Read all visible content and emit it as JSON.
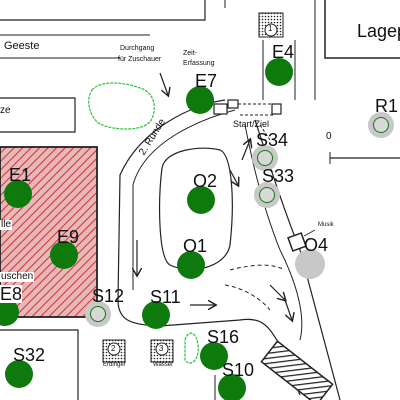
{
  "texts": {
    "geeste": "Geeste",
    "durchgang_line1": "Durchgang",
    "durchgang_line2": "für Zuschauer",
    "zeit_line1": "Zeit-",
    "zeit_line2": "Erfassung",
    "start_ziel": "Start/Ziel",
    "lageplan": "Lagep",
    "runde": "2. Runde",
    "musik": "Musik",
    "zero": "0",
    "ze": "ze",
    "halle": "lle",
    "uschen": "uschen",
    "erdinger": "Erdinger",
    "wasser": "Wasser",
    "zahl_1": "1",
    "zahl_2": "2",
    "zahl_3": "3"
  },
  "markers": [
    {
      "id": "E4",
      "label": "E4",
      "style": "green"
    },
    {
      "id": "E7",
      "label": "E7",
      "style": "green"
    },
    {
      "id": "R1",
      "label": "R1",
      "style": "grey"
    },
    {
      "id": "S34",
      "label": "S34",
      "style": "grey"
    },
    {
      "id": "S33",
      "label": "S33",
      "style": "grey"
    },
    {
      "id": "E1",
      "label": "E1",
      "style": "green"
    },
    {
      "id": "O2",
      "label": "O2",
      "style": "green"
    },
    {
      "id": "E9",
      "label": "E9",
      "style": "green"
    },
    {
      "id": "O1",
      "label": "O1",
      "style": "green"
    },
    {
      "id": "O4",
      "label": "O4",
      "style": "greyLarge"
    },
    {
      "id": "E8",
      "label": "E8",
      "style": "green"
    },
    {
      "id": "S12",
      "label": "S12",
      "style": "grey"
    },
    {
      "id": "S11",
      "label": "S11",
      "style": "green"
    },
    {
      "id": "S16",
      "label": "S16",
      "style": "green"
    },
    {
      "id": "S32",
      "label": "S32",
      "style": "green"
    },
    {
      "id": "S10",
      "label": "S10",
      "style": "green"
    }
  ],
  "colors": {
    "green": "#0e7a0e",
    "grey": "#c8c8c8",
    "hatch": "#cc3333",
    "hatch_bg": "#e9b7b7",
    "border": "#222222",
    "pond": "#2fbf3a"
  }
}
